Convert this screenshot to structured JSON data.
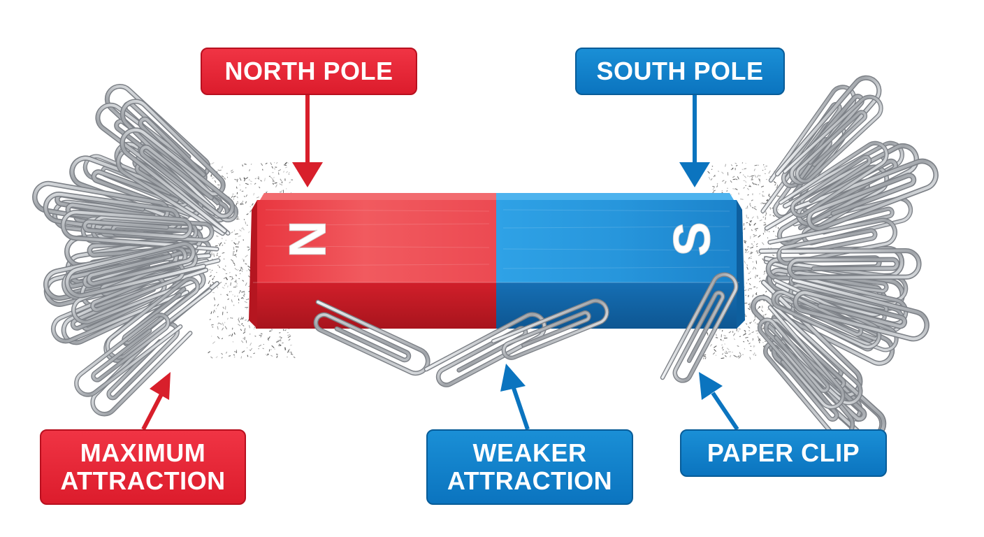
{
  "labels": {
    "north_pole": "NORTH POLE",
    "south_pole": "SOUTH POLE",
    "maximum_attraction_line1": "MAXIMUM",
    "maximum_attraction_line2": "ATTRACTION",
    "weaker_attraction_line1": "WEAKER",
    "weaker_attraction_line2": "ATTRACTION",
    "paper_clip": "PAPER CLIP"
  },
  "magnet": {
    "north_letter": "N",
    "south_letter": "S"
  },
  "colors": {
    "north": "#e8242f",
    "south": "#1a86d0",
    "clip": "#a9acb1"
  },
  "icons": [
    "bar-magnet",
    "paper-clip-icon",
    "iron-filings",
    "arrow-icon"
  ]
}
